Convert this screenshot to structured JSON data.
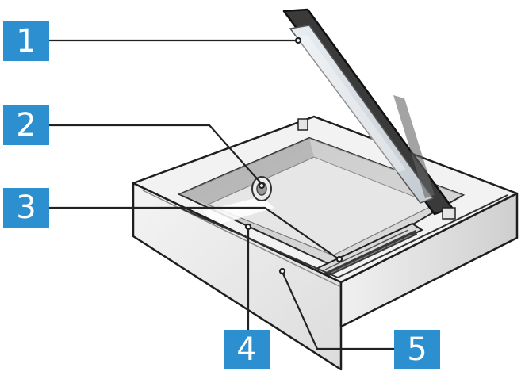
{
  "callouts": [
    {
      "number": "1"
    },
    {
      "number": "2"
    },
    {
      "number": "3"
    },
    {
      "number": "4"
    },
    {
      "number": "5"
    }
  ],
  "colors": {
    "badge": "#2b8fd0",
    "outline": "#1e1e1e",
    "leader": "#222222"
  }
}
